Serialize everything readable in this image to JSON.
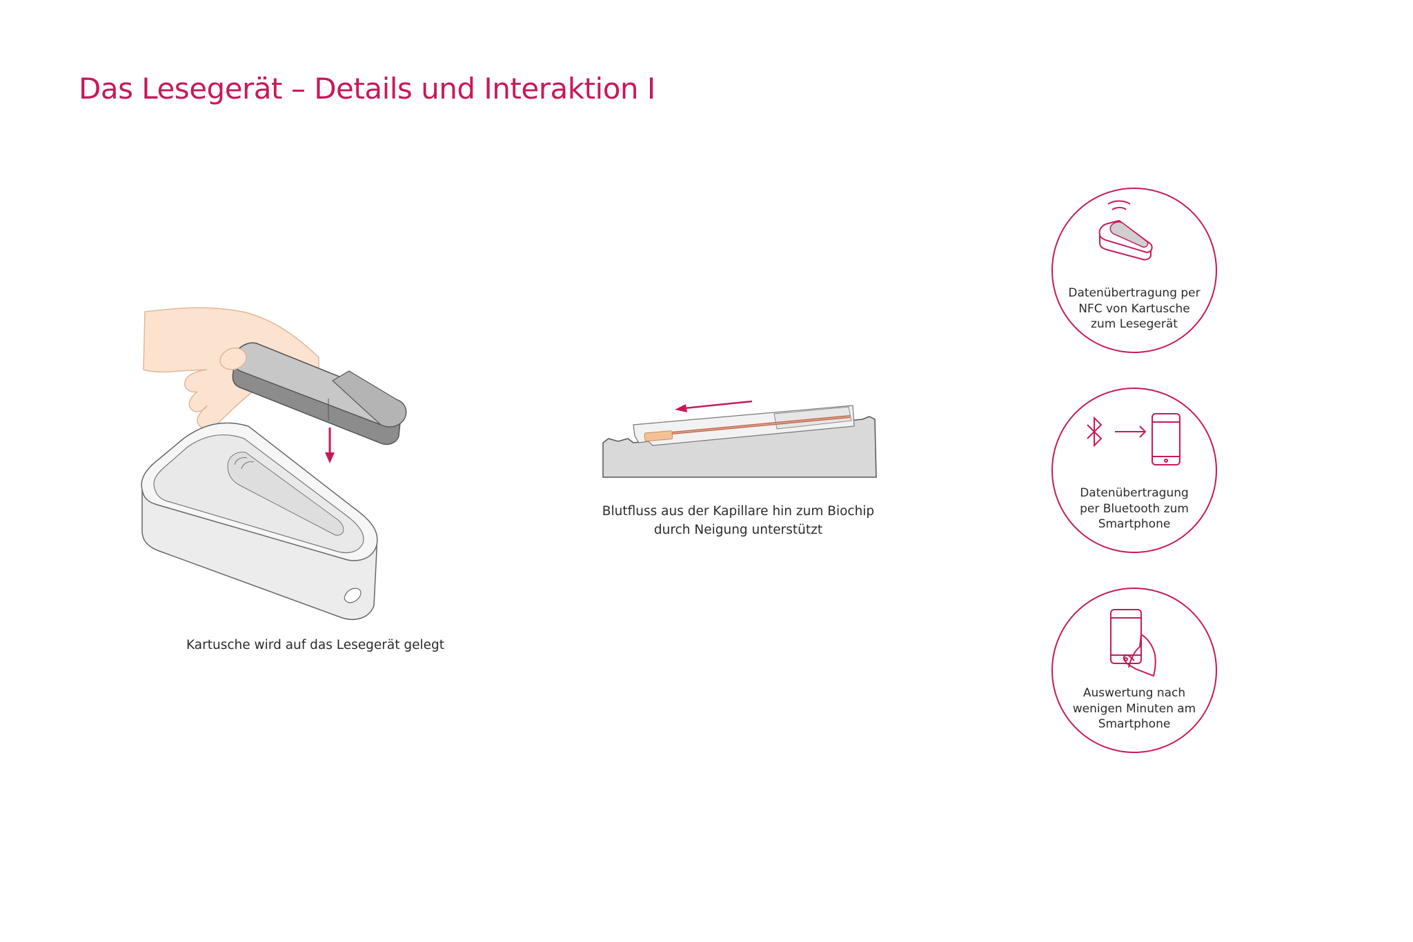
{
  "page": {
    "title": "Das Lesegerät – Details und Interaktion I",
    "accent_color": "#c8185a"
  },
  "steps": [
    {
      "caption": "Kartusche wird auf das Lesegerät gelegt"
    },
    {
      "caption_lines": [
        "Blutfluss aus der Kapillare hin zum Biochip",
        "durch Neigung unterstützt"
      ]
    }
  ],
  "features": [
    {
      "icon": "nfc-reader-icon",
      "lines": [
        "Datenübertragung per",
        "NFC von Kartusche",
        "zum Lesegerät"
      ]
    },
    {
      "icon": "bluetooth-to-phone-icon",
      "lines": [
        "Datenübertragung",
        "per Bluetooth zum",
        "Smartphone"
      ]
    },
    {
      "icon": "hand-holding-phone-icon",
      "lines": [
        "Auswertung nach",
        "wenigen Minuten am",
        "Smartphone"
      ]
    }
  ]
}
